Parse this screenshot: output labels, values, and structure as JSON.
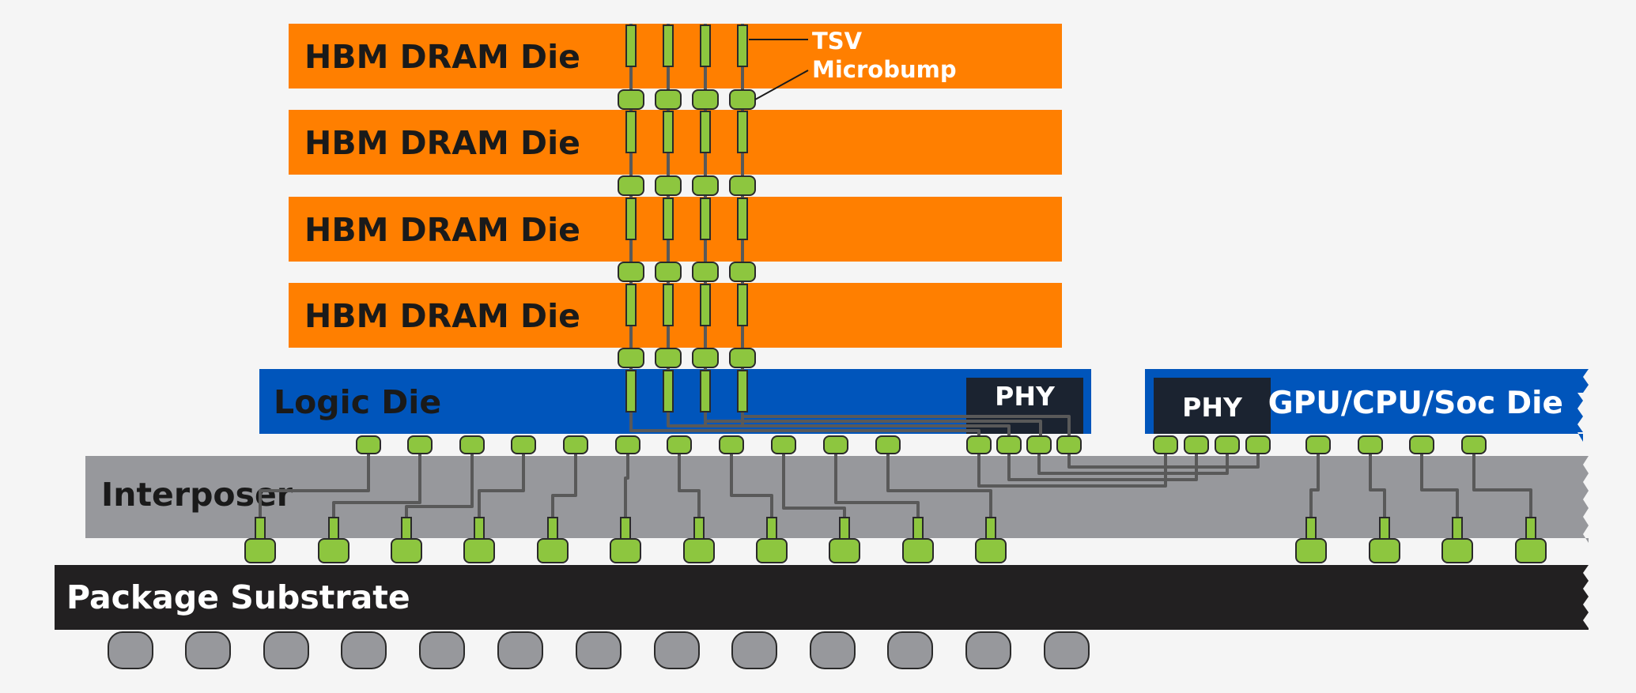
{
  "labels": {
    "dram_die": "HBM DRAM Die",
    "logic_die": "Logic Die",
    "phy": "PHY",
    "soc_die": "GPU/CPU/Soc Die",
    "interposer": "Interposer",
    "substrate": "Package Substrate",
    "tsv": "TSV",
    "microbump": "Microbump"
  },
  "colors": {
    "background": "#f5f5f5",
    "dram": "#ff7f00",
    "logic": "#0055bb",
    "phy": "#1b2330",
    "interposer": "#97989c",
    "substrate": "#222021",
    "bump": "#8dc63f",
    "wire": "#595959",
    "ball": "#97989c"
  },
  "icons": [
    "tsv-icon",
    "microbump-icon",
    "solder-ball-icon"
  ]
}
